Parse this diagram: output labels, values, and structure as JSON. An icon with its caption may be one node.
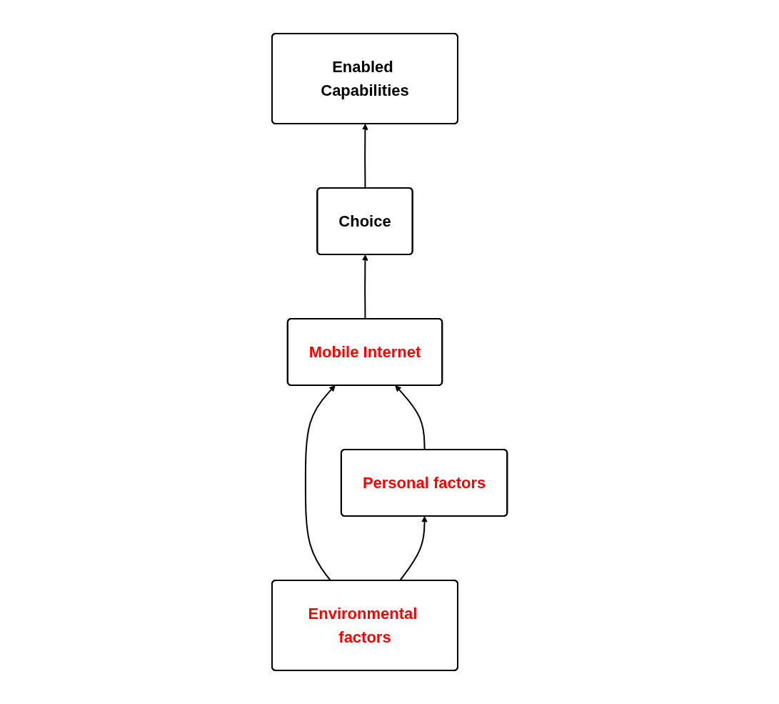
{
  "diagram": {
    "nodes": [
      {
        "text": [
          "Enabled Capabilities"
        ]
      },
      {
        "text": [
          "Choice"
        ]
      },
      {
        "text": [
          "Mobile Internet"
        ]
      },
      {
        "text": [
          "Environmental factors"
        ]
      },
      {
        "text": [
          "Personal factors"
        ]
      }
    ],
    "edges": [
      {
        "from": 1,
        "to": 0,
        "arrow": "to"
      },
      {
        "from": 2,
        "to": 1,
        "arrow": "to"
      },
      {
        "from": 3,
        "to": 2,
        "arrow": "to"
      },
      {
        "from": 4,
        "to": 2,
        "arrow": "to"
      },
      {
        "from": 3,
        "to": 4,
        "arrow": "to"
      }
    ]
  }
}
